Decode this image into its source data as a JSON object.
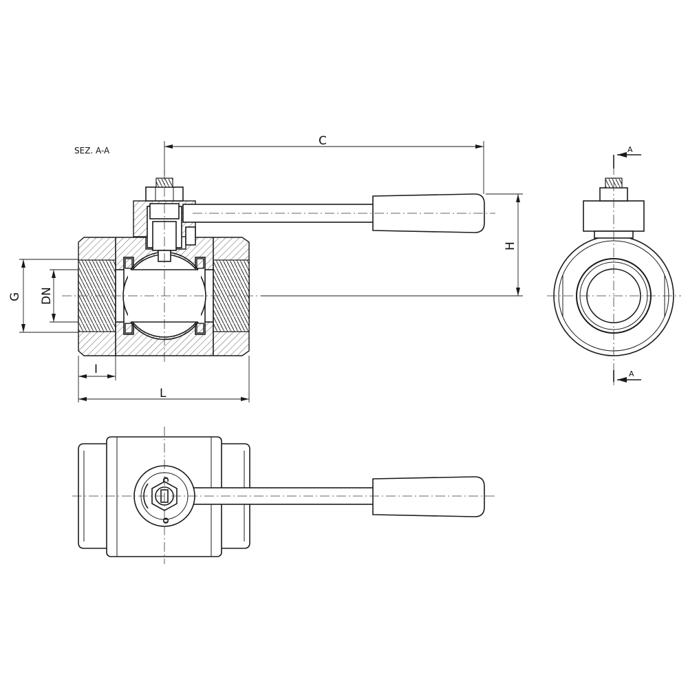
{
  "section_title": "SEZ. A-A",
  "dimensions": {
    "C": "C",
    "H": "H",
    "G": "G",
    "DN": "DN",
    "I": "I",
    "L": "L"
  },
  "section_marker": {
    "top": "A",
    "bottom": "A"
  },
  "handle_marks": {
    "open": "O",
    "close": "C"
  }
}
